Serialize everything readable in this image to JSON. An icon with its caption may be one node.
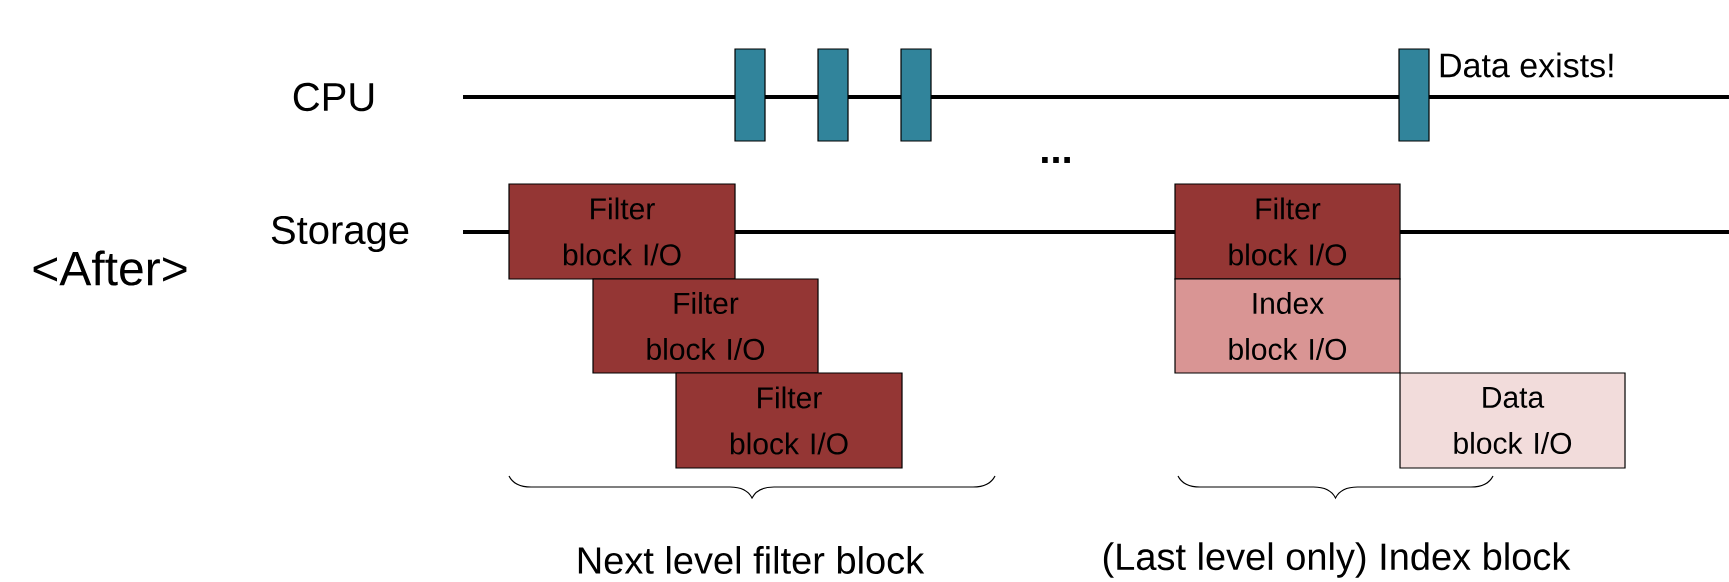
{
  "diagram": {
    "nodes": [
      {
        "text": [],
        "shape": "bar"
      },
      {
        "text": [],
        "shape": "bar"
      },
      {
        "text": [],
        "shape": "bar"
      },
      {
        "text": [],
        "shape": "bar",
        "beside": [
          "Data exists!"
        ]
      },
      {
        "text": [
          "Filter block I/O"
        ]
      },
      {
        "text": [
          "Filter block I/O"
        ]
      },
      {
        "text": [
          "Filter block I/O"
        ]
      },
      {
        "text": [
          "Filter block I/O"
        ]
      },
      {
        "text": [
          "Index block I/O"
        ]
      },
      {
        "text": [
          "Data block I/O"
        ]
      }
    ],
    "labels": [
      "CPU",
      "...",
      "Storage",
      "<After>",
      "Next level filter block",
      "(Last level only) Index block"
    ]
  }
}
